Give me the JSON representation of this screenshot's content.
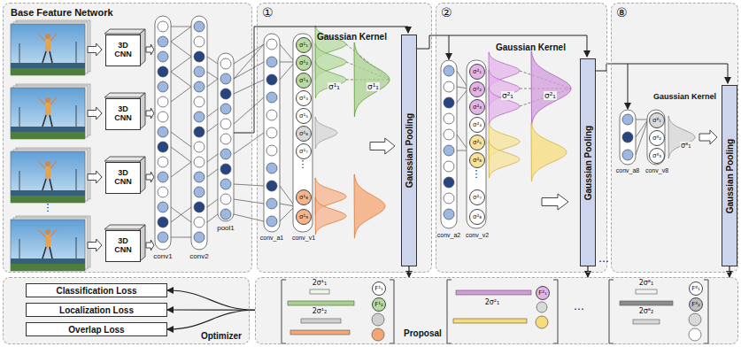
{
  "diagram": {
    "nodes": [
      {
        "text": [
          "Base Feature Network"
        ]
      },
      {
        "text": [
          "3D CNN"
        ],
        "in": 0
      },
      {
        "text": [
          "3D CNN"
        ],
        "in": 0
      },
      {
        "text": [
          "3D CNN"
        ],
        "in": 0
      },
      {
        "text": [
          "3D CNN"
        ],
        "in": 0
      },
      {
        "text": [
          "①"
        ]
      },
      {
        "text": [
          "σ¹₁"
        ],
        "in": 5
      },
      {
        "text": [
          "σ¹₂"
        ],
        "in": 5
      },
      {
        "text": [
          "σ¹₃"
        ],
        "in": 5
      },
      {
        "text": [
          "σ¹₄"
        ],
        "in": 5
      },
      {
        "text": [
          "σ¹₅"
        ],
        "in": 5
      },
      {
        "text": [
          "σ¹₆"
        ],
        "in": 5
      },
      {
        "text": [
          "σ¹₇"
        ],
        "in": 5
      },
      {
        "text": [
          "σ¹₈"
        ],
        "in": 5
      },
      {
        "text": [
          "σ¹₉"
        ],
        "in": 5
      },
      {
        "text": [
          "Gaussian Pooling"
        ],
        "in": 5
      },
      {
        "text": [
          "②"
        ]
      },
      {
        "text": [
          "σ²₁"
        ],
        "in": 16
      },
      {
        "text": [
          "σ²₂"
        ],
        "in": 16
      },
      {
        "text": [
          "σ²₃"
        ],
        "in": 16
      },
      {
        "text": [
          "σ²₄"
        ],
        "in": 16
      },
      {
        "text": [
          "σ²₅"
        ],
        "in": 16
      },
      {
        "text": [
          "σ²₆"
        ],
        "in": 16
      },
      {
        "text": [
          "σ²₇"
        ],
        "in": 16
      },
      {
        "text": [
          "σ²₈"
        ],
        "in": 16
      },
      {
        "text": [
          "Gaussian Pooling"
        ],
        "in": 16
      },
      {
        "text": [
          "⑧"
        ]
      },
      {
        "text": [
          "σ⁸₁"
        ],
        "in": 26
      },
      {
        "text": [
          "σ⁸₂"
        ],
        "in": 26
      },
      {
        "text": [
          "σ⁸₃"
        ],
        "in": 26
      },
      {
        "text": [
          "Gaussian Pooling"
        ],
        "in": 26
      },
      {
        "text": [
          "Optimizer"
        ]
      },
      {
        "text": [
          "Classification Loss"
        ],
        "in": 31
      },
      {
        "text": [
          "Localization Loss"
        ],
        "in": 31
      },
      {
        "text": [
          "Overlap Loss"
        ],
        "in": 31
      },
      {
        "text": [
          "Proposal"
        ]
      },
      {
        "text": [
          "F¹₁"
        ],
        "in": 35
      },
      {
        "text": [
          "F¹₂"
        ],
        "in": 35
      },
      {
        "text": [
          "F²₁"
        ],
        "in": 35
      },
      {
        "text": [
          "F⁸₁"
        ],
        "in": 35
      },
      {
        "text": [
          "F⁸₂"
        ],
        "in": 35
      }
    ],
    "edges": [
      {
        "from": 15,
        "to": 35,
        "arrow": "to"
      },
      {
        "from": 25,
        "to": 35,
        "arrow": "to"
      },
      {
        "from": 30,
        "to": 35,
        "arrow": "to"
      },
      {
        "from": 35,
        "to": 32,
        "arrow": "to"
      },
      {
        "from": 35,
        "to": 33,
        "arrow": "to"
      },
      {
        "from": 35,
        "to": 34,
        "arrow": "to"
      }
    ],
    "labels": [
      "conv1",
      "conv2",
      "pool1",
      "⋮",
      "Gaussian Kernel",
      "σ¹₁",
      "σ¹₁",
      "conv_a1",
      "conv_v1",
      "⋮",
      "Gaussian Kernel",
      "σ²₁",
      "σ²₁",
      "conv_a2",
      "conv_v2",
      "⋮",
      "…",
      "Gaussian Kernel",
      "σ⁸₁",
      "conv_a8",
      "conv_v8",
      "2σ¹₁",
      "2σ¹₂",
      "2σ²₁",
      "…",
      "2σ⁸₁",
      "2σ⁸₂"
    ]
  }
}
